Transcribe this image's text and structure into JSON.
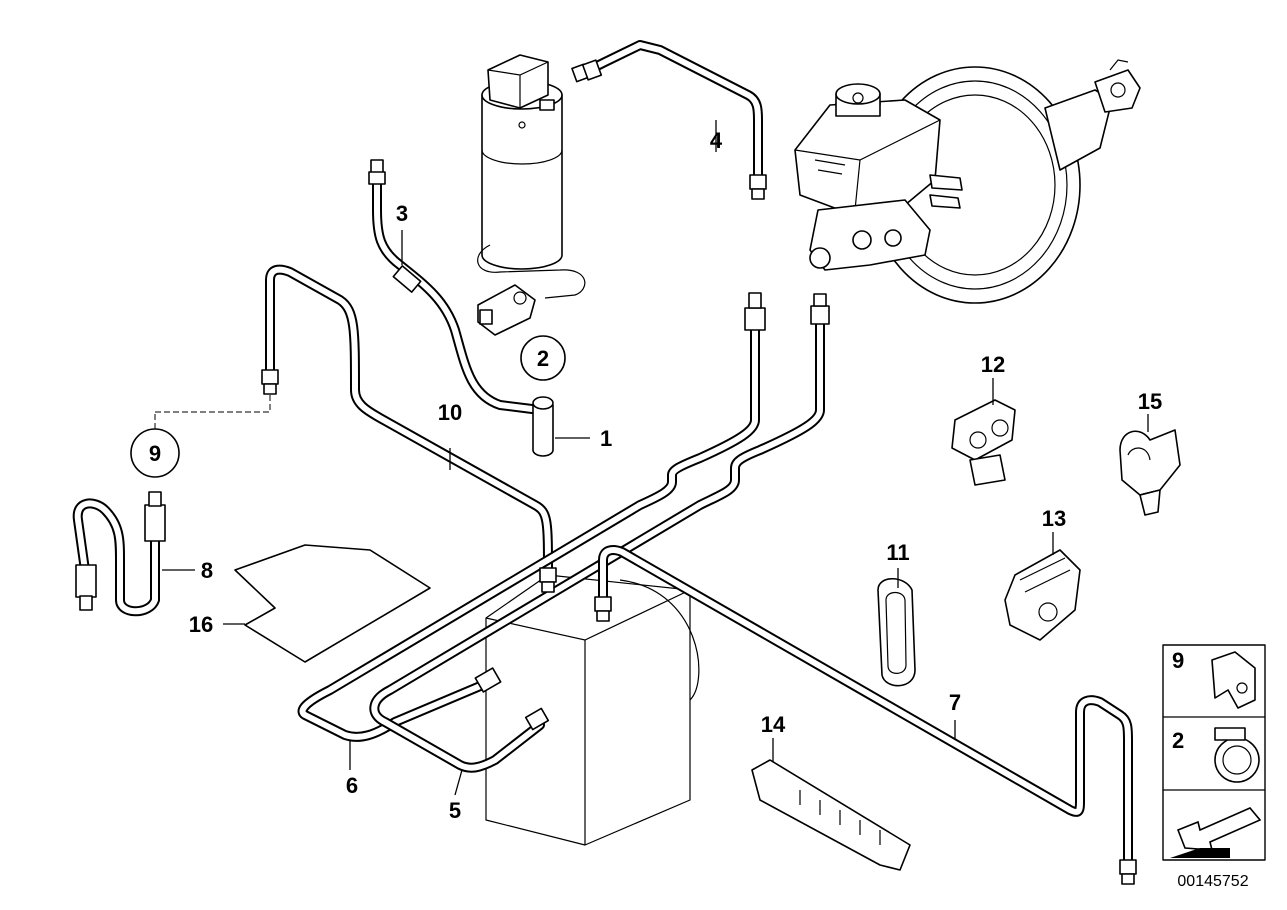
{
  "diagram": {
    "reference_number": "00145752",
    "part_labels": {
      "p1": "1",
      "p2": "2",
      "p3": "3",
      "p4": "4",
      "p5": "5",
      "p6": "6",
      "p7": "7",
      "p8": "8",
      "p9": "9",
      "p10": "10",
      "p11": "11",
      "p12": "12",
      "p13": "13",
      "p14": "14",
      "p15": "15",
      "p16": "16"
    },
    "legend": {
      "items": [
        {
          "label": "9"
        },
        {
          "label": "2"
        }
      ],
      "arrow_icon": "arrow-back-icon"
    }
  }
}
